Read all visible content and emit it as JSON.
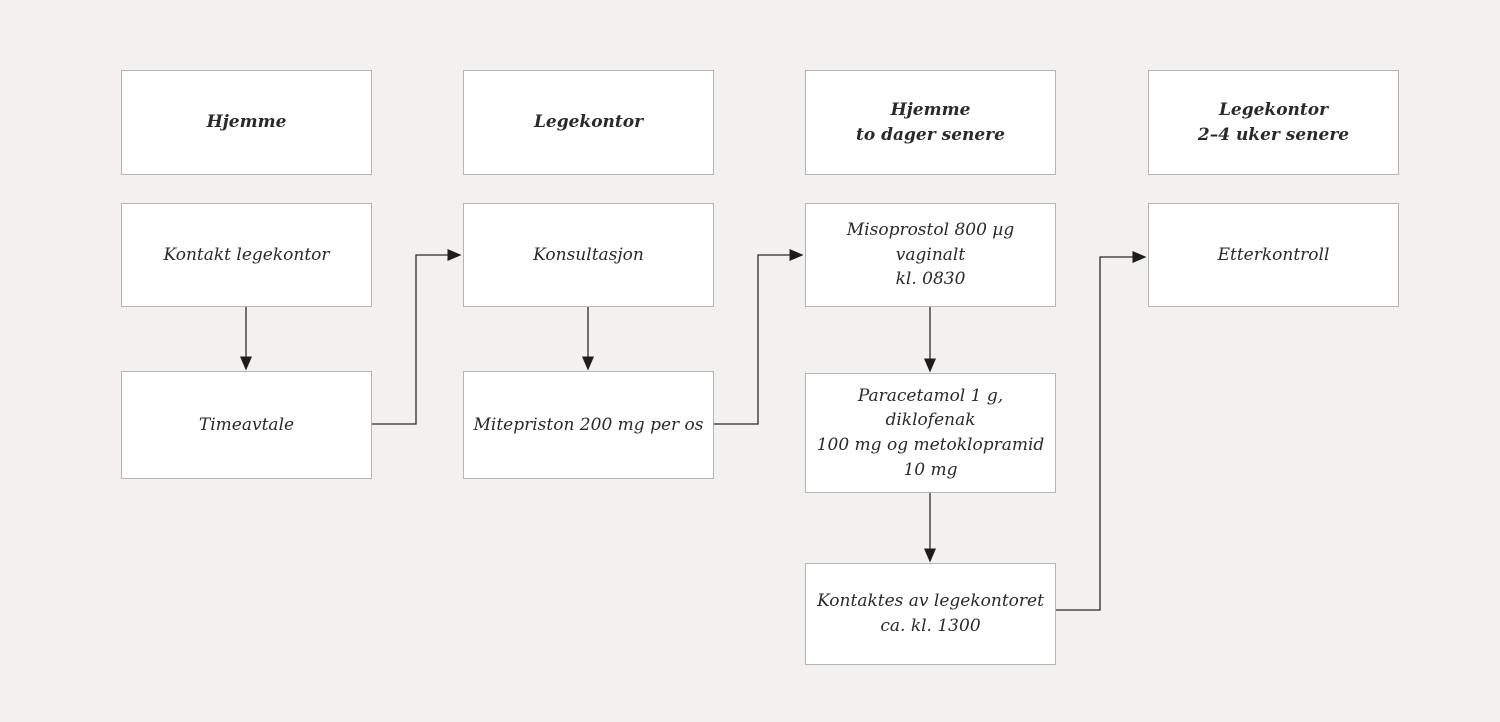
{
  "theme": {
    "background": "#f2f1ef",
    "box_fill": "#ffffff",
    "box_border": "#b5b4b1",
    "text_color": "#2b2a28",
    "arrow_color": "#2b2b2b"
  },
  "diagram": {
    "type": "flowchart",
    "language": "Norwegian",
    "columns": [
      "Hjemme",
      "Legekontor",
      "Hjemme to dager senere",
      "Legekontor 2–4 uker senere"
    ],
    "nodes": [
      {
        "id": "header-hjemme",
        "role": "column-header",
        "label": "Hjemme"
      },
      {
        "id": "header-legekontor",
        "role": "column-header",
        "label": "Legekontor"
      },
      {
        "id": "header-hjemme-to-dager",
        "role": "column-header",
        "label": "Hjemme\nto dager senere"
      },
      {
        "id": "header-legekontor-uker",
        "role": "column-header",
        "label": "Legekontor\n2–4 uker senere"
      },
      {
        "id": "kontakt-legekontor",
        "role": "step",
        "label": "Kontakt legekontor"
      },
      {
        "id": "konsultasjon",
        "role": "step",
        "label": "Konsultasjon"
      },
      {
        "id": "misoprostol",
        "role": "step",
        "label": "Misoprostol 800 µg vaginalt\nkl. 0830"
      },
      {
        "id": "etterkontroll",
        "role": "step",
        "label": "Etterkontroll"
      },
      {
        "id": "timeavtale",
        "role": "step",
        "label": "Timeavtale"
      },
      {
        "id": "mitepriston",
        "role": "step",
        "label": "Mitepriston 200 mg per os"
      },
      {
        "id": "paracetamol",
        "role": "step",
        "label": "Paracetamol 1 g, diklofenak\n100 mg og metoklopramid\n10 mg"
      },
      {
        "id": "kontaktes",
        "role": "step",
        "label": "Kontaktes av legekontoret\nca. kl. 1300"
      }
    ],
    "edges": [
      {
        "from": "kontakt-legekontor",
        "to": "timeavtale"
      },
      {
        "from": "timeavtale",
        "to": "konsultasjon"
      },
      {
        "from": "konsultasjon",
        "to": "mitepriston"
      },
      {
        "from": "mitepriston",
        "to": "misoprostol"
      },
      {
        "from": "misoprostol",
        "to": "paracetamol"
      },
      {
        "from": "paracetamol",
        "to": "kontaktes"
      },
      {
        "from": "kontaktes",
        "to": "etterkontroll"
      }
    ]
  }
}
